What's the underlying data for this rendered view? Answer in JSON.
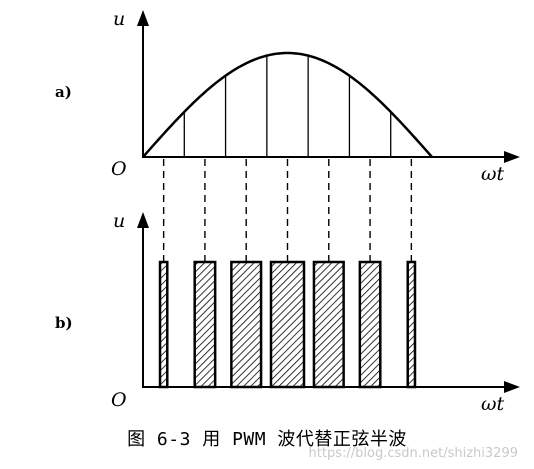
{
  "panel_a": {
    "label": "a)",
    "y_axis_label": "u",
    "origin_label": "O",
    "x_axis_label": "ωt",
    "slices": 7
  },
  "panel_b": {
    "label": "b)",
    "y_axis_label": "u",
    "origin_label": "O",
    "x_axis_label": "ωt",
    "pulse_widths_relative": [
      0.22,
      0.62,
      0.9,
      1.0,
      0.9,
      0.62,
      0.22
    ]
  },
  "caption": "图 6-3  用 PWM 波代替正弦半波",
  "watermark": "https://blog.csdn.net/shizhi3299",
  "colors": {
    "ink": "#000000",
    "hatch_fill": "#ffffff",
    "hatch_line": "#000000"
  }
}
